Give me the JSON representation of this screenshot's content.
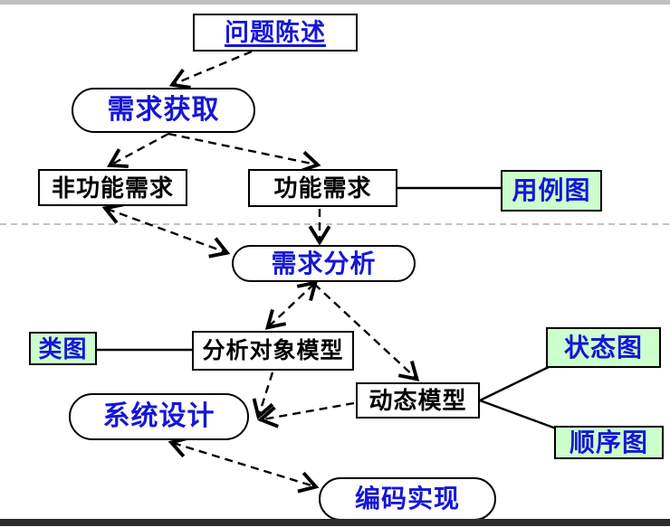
{
  "diagram": {
    "title_node": "问题陈述",
    "type": "software-engineering process flowchart",
    "colors": {
      "process_text": "#1616d6",
      "artifact_text": "#000000",
      "diagram_node_fill": "#ccffcc",
      "node_border": "#000000",
      "top_bar": "#c1c1c1",
      "bottom_bar": "#2b2b2b",
      "separator": "#adadad"
    },
    "nodes": {
      "problem_statement": "问题陈述",
      "req_elicitation": "需求获取",
      "nonfunctional_req": "非功能需求",
      "functional_req": "功能需求",
      "use_case_diagram": "用例图",
      "req_analysis": "需求分析",
      "analysis_object_model": "分析对象模型",
      "class_diagram": "类图",
      "system_design": "系统设计",
      "dynamic_model": "动态模型",
      "state_diagram": "状态图",
      "sequence_diagram": "顺序图",
      "coding_implementation": "编码实现"
    },
    "edges": [
      {
        "from": "problem_statement",
        "to": "req_elicitation",
        "style": "dashed",
        "arrows": "end"
      },
      {
        "from": "req_elicitation",
        "to": "nonfunctional_req",
        "style": "dashed",
        "arrows": "end"
      },
      {
        "from": "req_elicitation",
        "to": "functional_req",
        "style": "dashed",
        "arrows": "end"
      },
      {
        "from": "nonfunctional_req",
        "to": "req_analysis",
        "style": "dashed",
        "arrows": "both"
      },
      {
        "from": "functional_req",
        "to": "req_analysis",
        "style": "dashed",
        "arrows": "end"
      },
      {
        "from": "req_analysis",
        "to": "analysis_object_model",
        "style": "dashed",
        "arrows": "both"
      },
      {
        "from": "req_analysis",
        "to": "dynamic_model",
        "style": "dashed",
        "arrows": "end"
      },
      {
        "from": "analysis_object_model",
        "to": "system_design",
        "style": "dashed",
        "arrows": "end"
      },
      {
        "from": "dynamic_model",
        "to": "system_design",
        "style": "dashed",
        "arrows": "end"
      },
      {
        "from": "system_design",
        "to": "coding_implementation",
        "style": "dashed",
        "arrows": "both"
      },
      {
        "from": "functional_req",
        "to": "use_case_diagram",
        "style": "solid",
        "arrows": "none"
      },
      {
        "from": "class_diagram",
        "to": "analysis_object_model",
        "style": "solid",
        "arrows": "none"
      },
      {
        "from": "dynamic_model",
        "to": "state_diagram",
        "style": "solid",
        "arrows": "none"
      },
      {
        "from": "dynamic_model",
        "to": "sequence_diagram",
        "style": "solid",
        "arrows": "none"
      }
    ]
  }
}
